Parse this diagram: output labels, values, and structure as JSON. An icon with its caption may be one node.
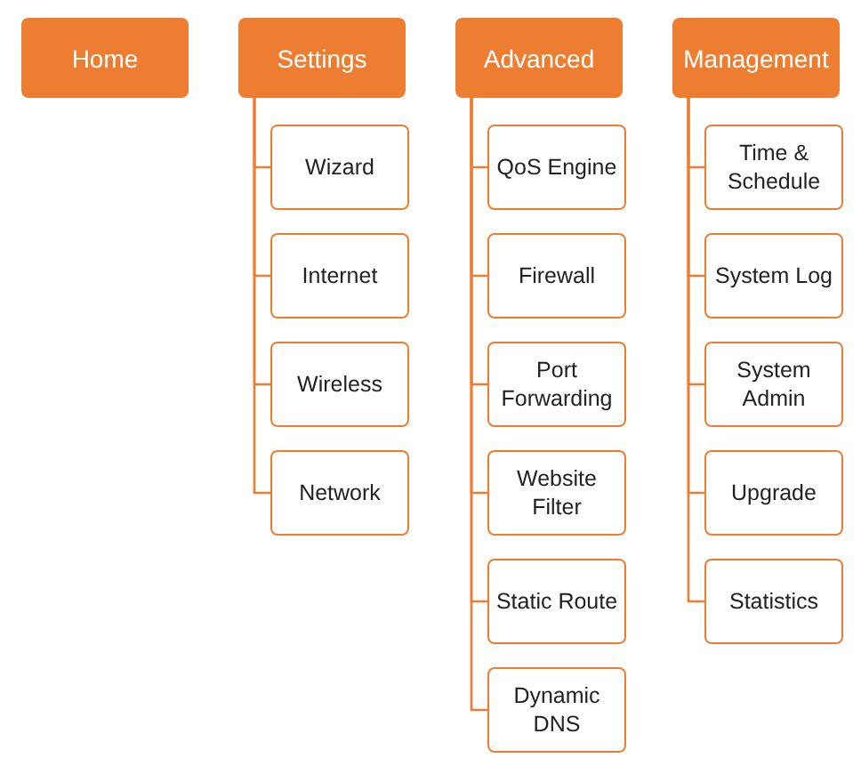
{
  "diagram": {
    "nodes": [
      {
        "text": [
          "Home"
        ]
      },
      {
        "text": [
          "Settings"
        ]
      },
      {
        "text": [
          "Advanced"
        ]
      },
      {
        "text": [
          "Management"
        ]
      },
      {
        "text": [
          "Wizard"
        ]
      },
      {
        "text": [
          "Internet"
        ]
      },
      {
        "text": [
          "Wireless"
        ]
      },
      {
        "text": [
          "Network"
        ]
      },
      {
        "text": [
          "QoS Engine"
        ]
      },
      {
        "text": [
          "Firewall"
        ]
      },
      {
        "text": [
          "Port Forwarding"
        ]
      },
      {
        "text": [
          "Website Filter"
        ]
      },
      {
        "text": [
          "Static Route"
        ]
      },
      {
        "text": [
          "Dynamic DNS"
        ]
      },
      {
        "text": [
          "Time & Schedule"
        ]
      },
      {
        "text": [
          "System Log"
        ]
      },
      {
        "text": [
          "System Admin"
        ]
      },
      {
        "text": [
          "Upgrade"
        ]
      },
      {
        "text": [
          "Statistics"
        ]
      }
    ],
    "edges": [
      {
        "from": 1,
        "to": 4,
        "arrow": "none"
      },
      {
        "from": 1,
        "to": 5,
        "arrow": "none"
      },
      {
        "from": 1,
        "to": 6,
        "arrow": "none"
      },
      {
        "from": 1,
        "to": 7,
        "arrow": "none"
      },
      {
        "from": 2,
        "to": 8,
        "arrow": "none"
      },
      {
        "from": 2,
        "to": 9,
        "arrow": "none"
      },
      {
        "from": 2,
        "to": 10,
        "arrow": "none"
      },
      {
        "from": 2,
        "to": 11,
        "arrow": "none"
      },
      {
        "from": 2,
        "to": 12,
        "arrow": "none"
      },
      {
        "from": 2,
        "to": 13,
        "arrow": "none"
      },
      {
        "from": 3,
        "to": 14,
        "arrow": "none"
      },
      {
        "from": 3,
        "to": 15,
        "arrow": "none"
      },
      {
        "from": 3,
        "to": 16,
        "arrow": "none"
      },
      {
        "from": 3,
        "to": 17,
        "arrow": "none"
      },
      {
        "from": 3,
        "to": 18,
        "arrow": "none"
      }
    ]
  }
}
